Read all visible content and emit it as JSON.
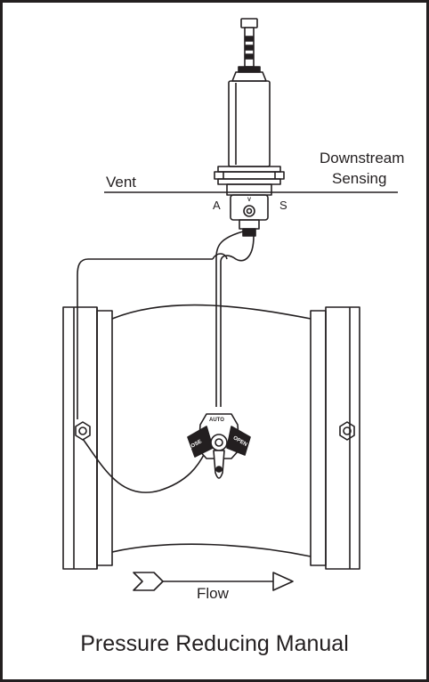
{
  "labels": {
    "vent": "Vent",
    "downstream": "Downstream",
    "sensing": "Sensing",
    "port_a": "A",
    "port_s": "S",
    "port_v": "V",
    "flow": "Flow",
    "title": "Pressure Reducing Manual"
  },
  "ball_valve": {
    "auto": "AUTO",
    "open": "OPEN",
    "close": "CLOSE"
  },
  "colors": {
    "line": "#231f20",
    "background": "#ffffff"
  }
}
